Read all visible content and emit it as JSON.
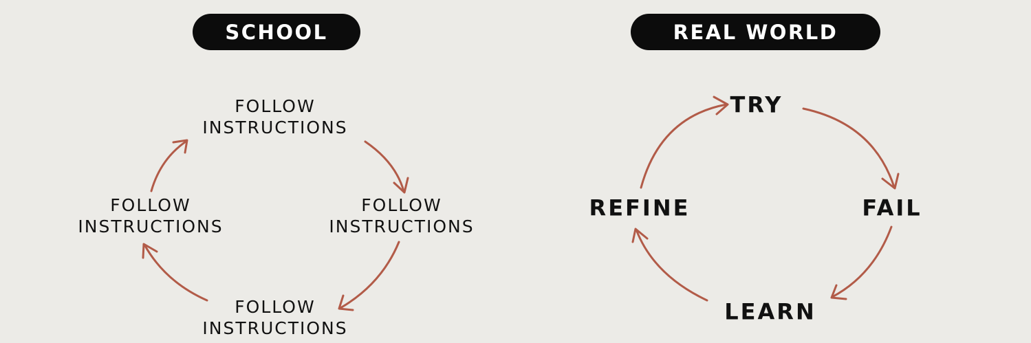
{
  "school": {
    "title": "SCHOOL",
    "nodes": [
      {
        "line1": "FOLLOW",
        "line2": "INSTRUCTIONS"
      },
      {
        "line1": "FOLLOW",
        "line2": "INSTRUCTIONS"
      },
      {
        "line1": "FOLLOW",
        "line2": "INSTRUCTIONS"
      },
      {
        "line1": "FOLLOW",
        "line2": "INSTRUCTIONS"
      }
    ]
  },
  "real_world": {
    "title": "REAL WORLD",
    "nodes": [
      "TRY",
      "FAIL",
      "LEARN",
      "REFINE"
    ]
  },
  "colors": {
    "background": "#ecebe7",
    "pill": "#0c0c0c",
    "arrow": "#b25b48",
    "text": "#111111"
  }
}
